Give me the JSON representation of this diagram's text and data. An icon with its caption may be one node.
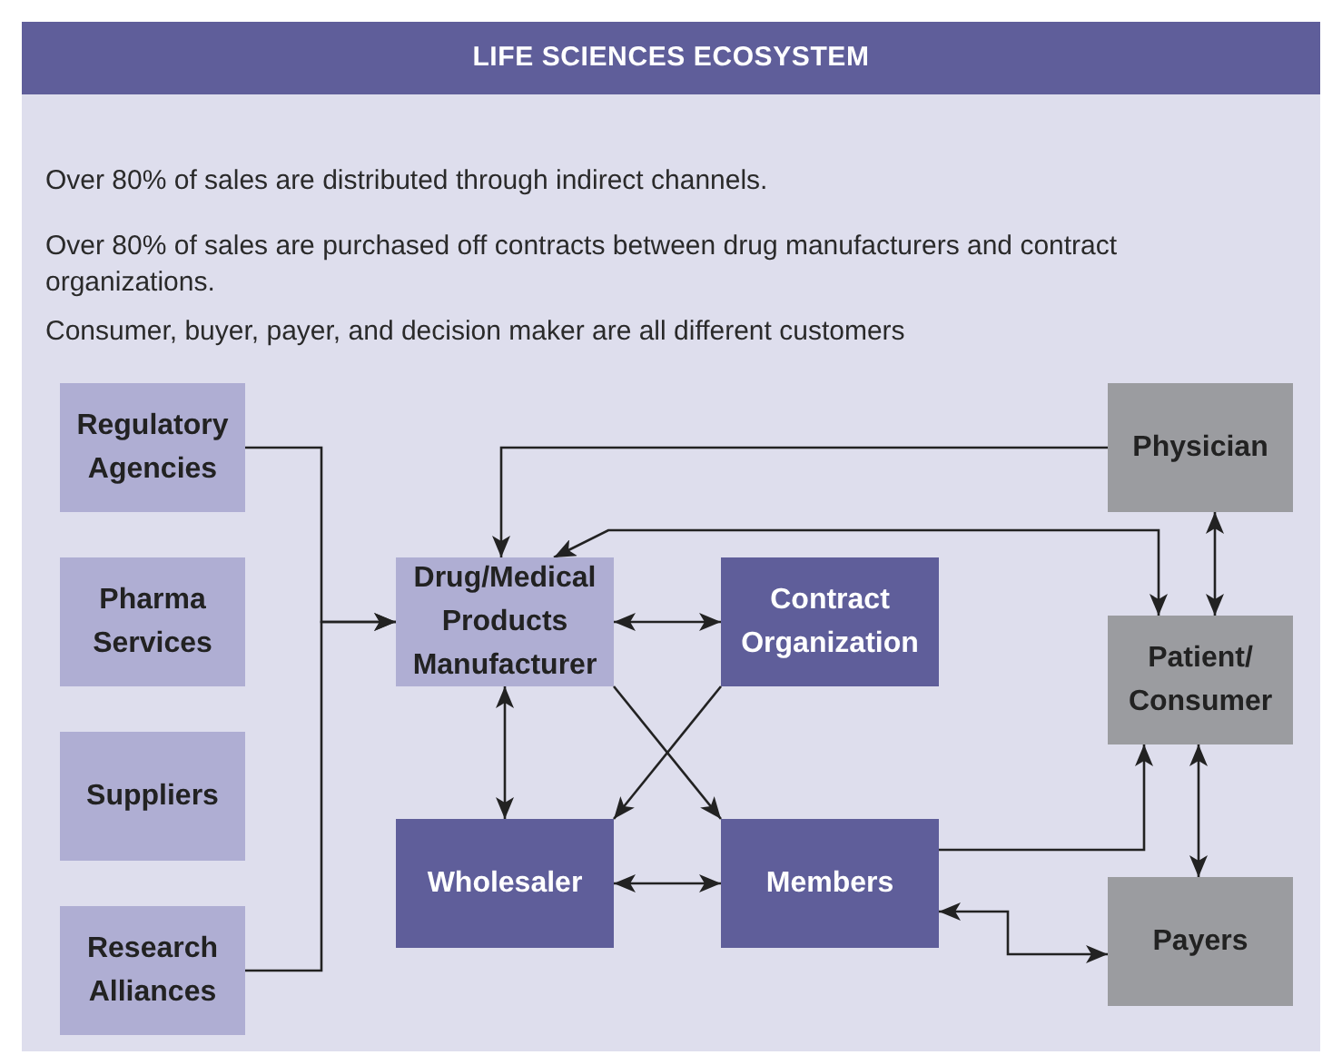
{
  "diagram": {
    "title": "LIFE SCIENCES ECOSYSTEM",
    "nodes": [
      {
        "text": [
          "Regulatory Agencies"
        ]
      },
      {
        "text": [
          "Pharma Services"
        ]
      },
      {
        "text": [
          "Suppliers"
        ]
      },
      {
        "text": [
          "Research Alliances"
        ]
      },
      {
        "text": [
          "Drug/Medical Products Manufacturer"
        ]
      },
      {
        "text": [
          "Contract Organization"
        ]
      },
      {
        "text": [
          "Wholesaler"
        ]
      },
      {
        "text": [
          "Members"
        ]
      },
      {
        "text": [
          "Physician"
        ]
      },
      {
        "text": [
          "Patient/ Consumer"
        ]
      },
      {
        "text": [
          "Payers"
        ]
      }
    ],
    "edges": [
      {
        "from": 0,
        "to": 4,
        "arrow": "to"
      },
      {
        "from": 3,
        "to": 4,
        "arrow": "to"
      },
      {
        "from": 8,
        "to": 4,
        "arrow": "to"
      },
      {
        "from": 4,
        "to": 9,
        "arrow": "both"
      },
      {
        "from": 4,
        "to": 5,
        "arrow": "both"
      },
      {
        "from": 8,
        "to": 9,
        "arrow": "both"
      },
      {
        "from": 4,
        "to": 6,
        "arrow": "both"
      },
      {
        "from": 4,
        "to": 7,
        "arrow": "to"
      },
      {
        "from": 5,
        "to": 6,
        "arrow": "to"
      },
      {
        "from": 6,
        "to": 7,
        "arrow": "both"
      },
      {
        "from": 7,
        "to": 9,
        "arrow": "to"
      },
      {
        "from": 9,
        "to": 10,
        "arrow": "both"
      },
      {
        "from": 7,
        "to": 10,
        "arrow": "both"
      }
    ],
    "labels": [
      "Over 80% of sales are distributed through indirect channels.",
      "Over 80% of sales are purchased off contracts between drug manufacturers and contract organizations.",
      "Consumer, buyer, payer, and decision maker are all different customers"
    ]
  }
}
